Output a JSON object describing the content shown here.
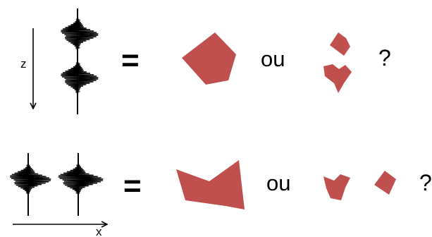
{
  "colors": {
    "shape": "#c0504d",
    "ink": "#000000",
    "background": "#ffffff"
  },
  "axes": {
    "vertical_label": "z",
    "horizontal_label": "x"
  },
  "rows": [
    {
      "equals": "=",
      "connector": "ou",
      "question": "?"
    },
    {
      "equals": "=",
      "connector": "ou",
      "question": "?"
    }
  ]
}
